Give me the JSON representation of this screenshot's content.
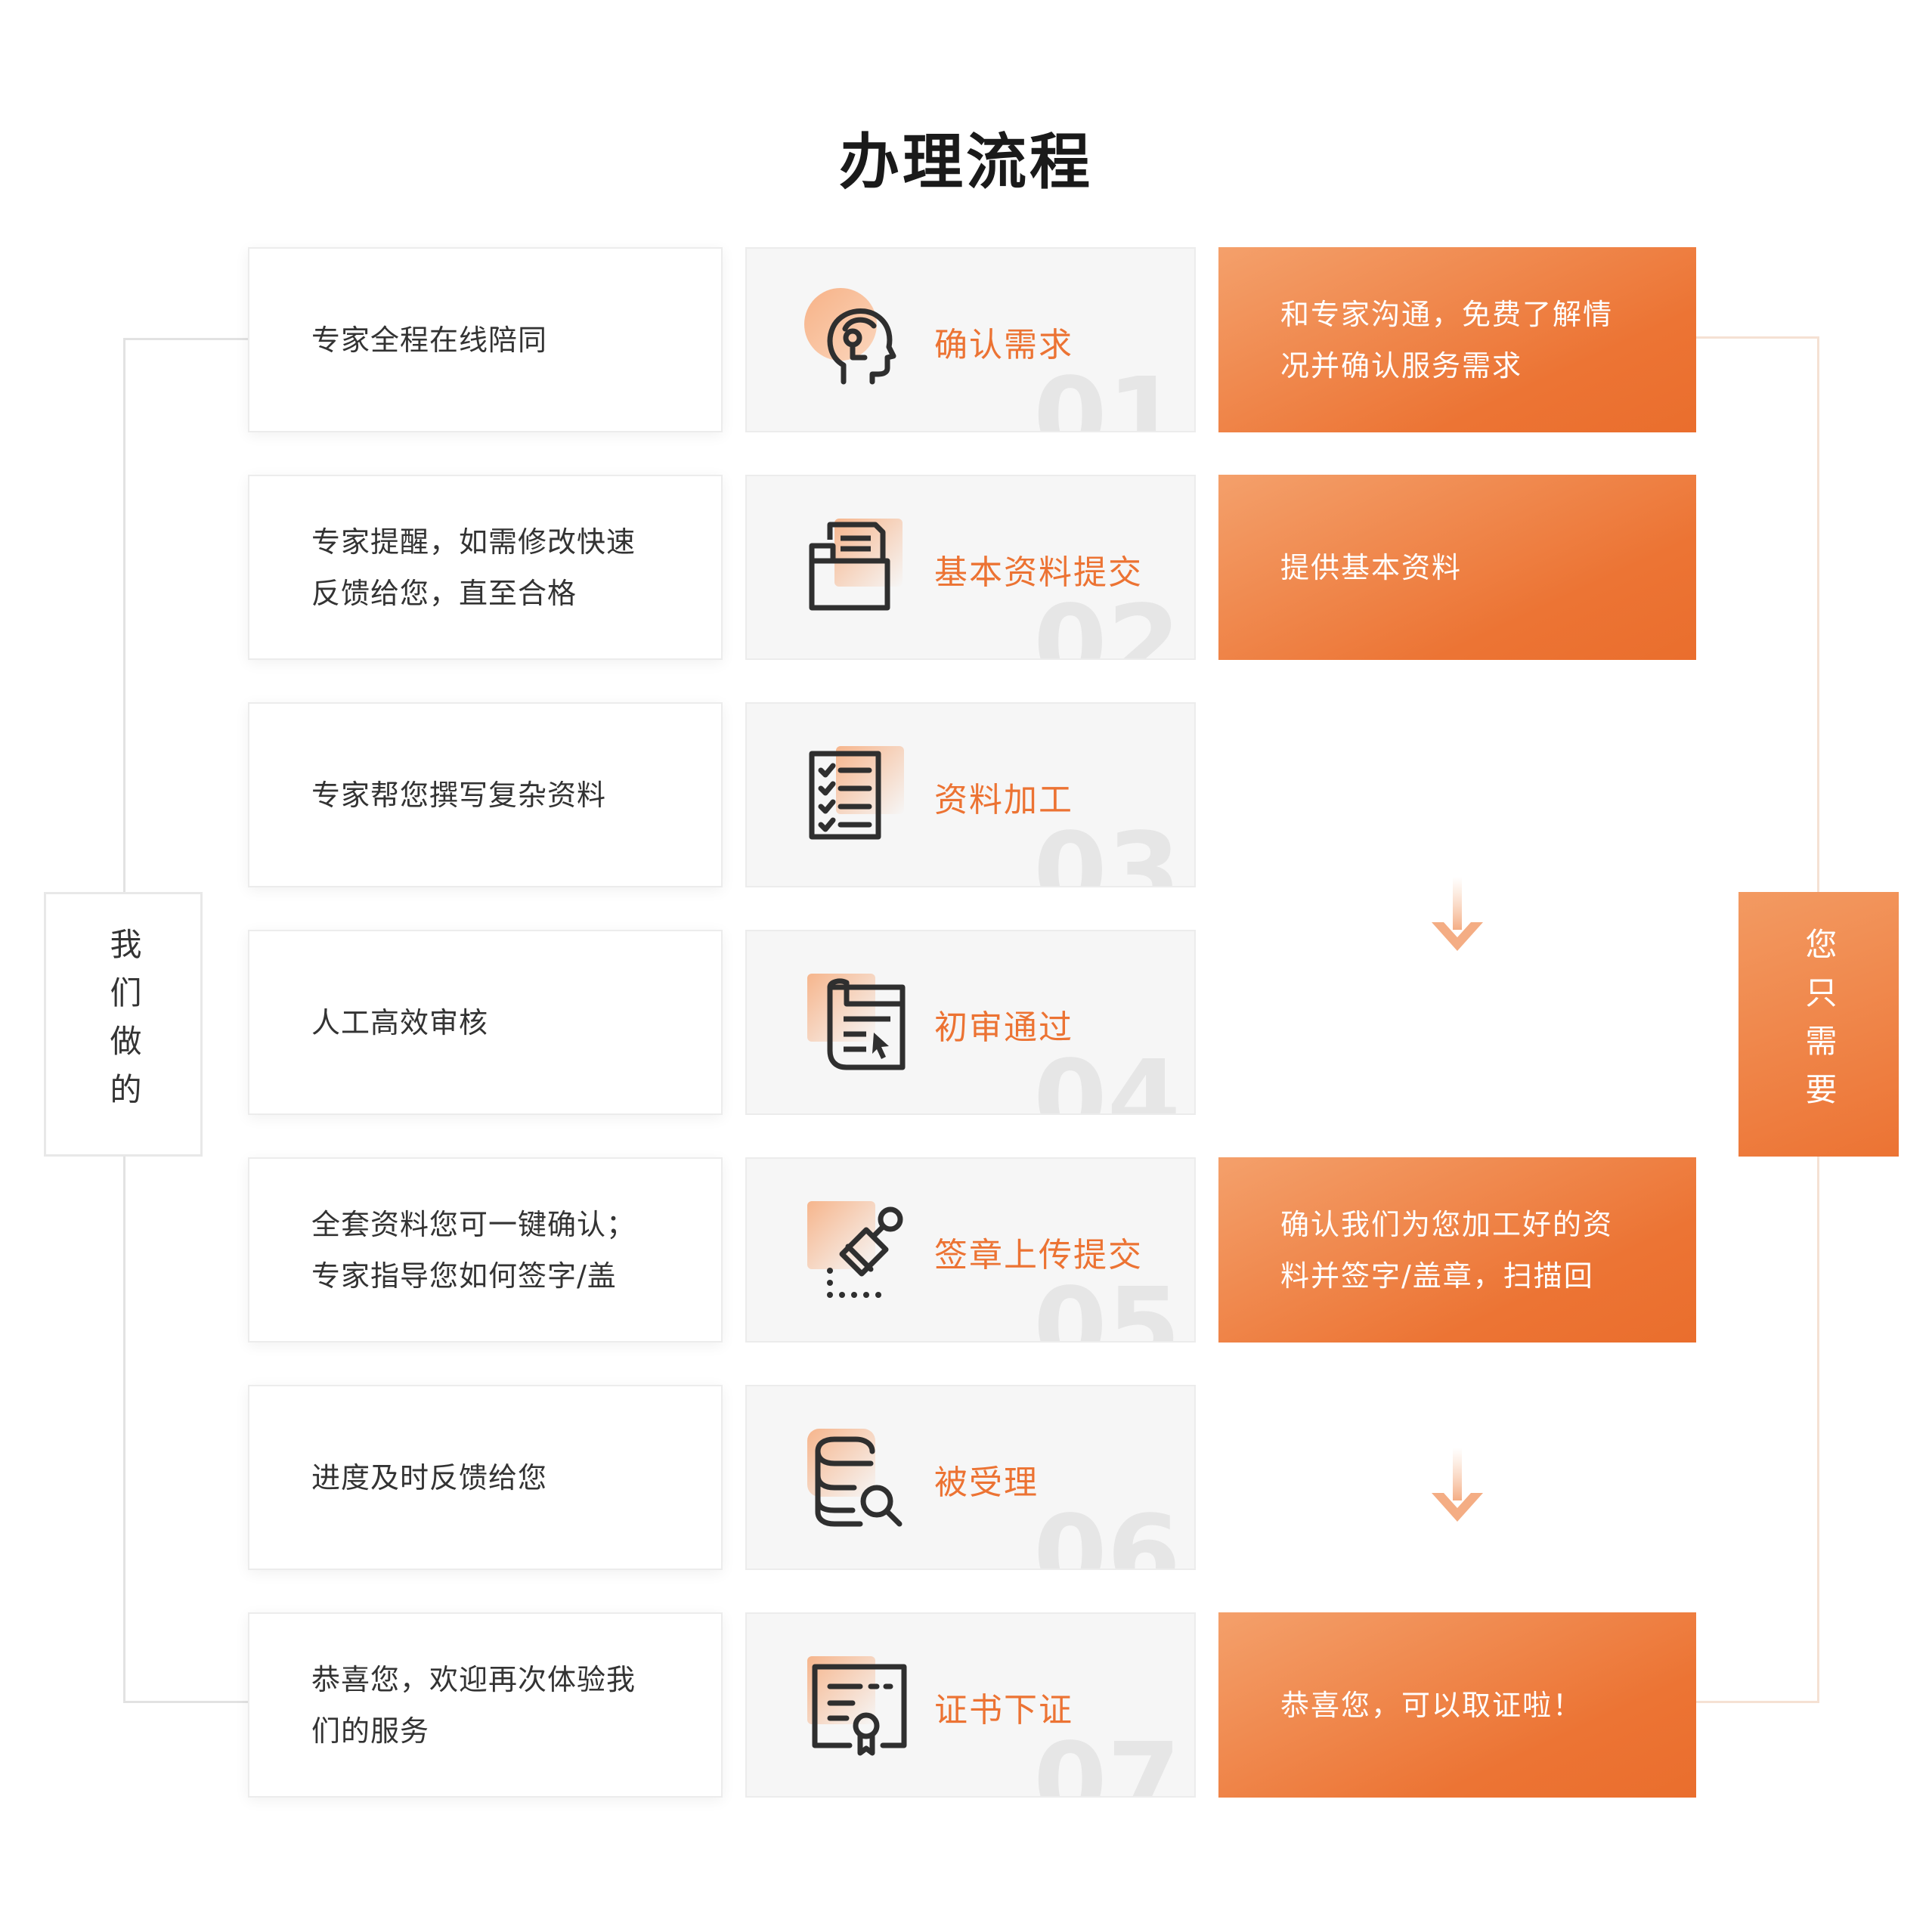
{
  "title": "办理流程",
  "left_tag": "我们做的",
  "right_tag": "您只需要",
  "colors": {
    "accent": "#ec7333",
    "card_gray": "#f6f6f6",
    "border": "#ececec"
  },
  "steps": [
    {
      "num": "01",
      "name": "确认需求",
      "icon": "headset-person-icon",
      "we_do": "专家全程在线陪同",
      "you_do": "和专家沟通，免费了解情\n况并确认服务需求"
    },
    {
      "num": "02",
      "name": "基本资料提交",
      "icon": "folder-document-icon",
      "we_do": "专家提醒，如需修改快速\n反馈给您，直至合格",
      "you_do": "提供基本资料"
    },
    {
      "num": "03",
      "name": "资料加工",
      "icon": "checklist-icon",
      "we_do": "专家帮您撰写复杂资料",
      "you_do": ""
    },
    {
      "num": "04",
      "name": "初审通过",
      "icon": "document-cursor-icon",
      "we_do": "人工高效审核",
      "you_do": ""
    },
    {
      "num": "05",
      "name": "签章上传提交",
      "icon": "stamp-icon",
      "we_do": "全套资料您可一键确认；\n专家指导您如何签字/盖",
      "you_do": "确认我们为您加工好的资\n料并签字/盖章，扫描回"
    },
    {
      "num": "06",
      "name": "被受理",
      "icon": "database-search-icon",
      "we_do": "进度及时反馈给您",
      "you_do": ""
    },
    {
      "num": "07",
      "name": "证书下证",
      "icon": "certificate-icon",
      "we_do": "恭喜您，欢迎再次体验我\n们的服务",
      "you_do": "恭喜您，可以取证啦！"
    }
  ]
}
